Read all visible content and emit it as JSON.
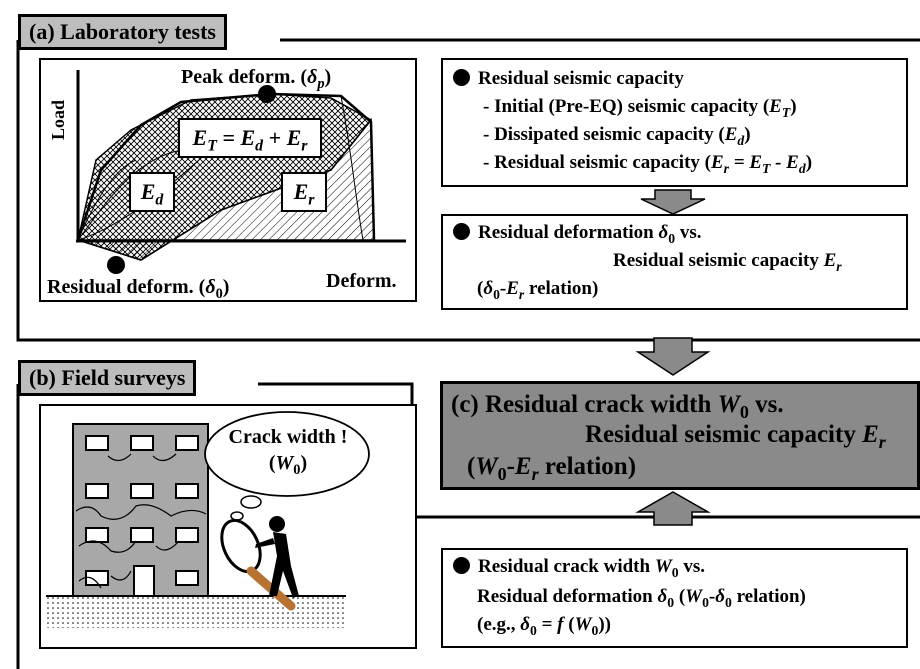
{
  "section_a": {
    "title": "(a) Laboratory tests",
    "graph": {
      "y_label": "Load",
      "x_label": "Deform.",
      "peak_label_prefix": "Peak deform. (",
      "peak_symbol": "δ",
      "peak_sub": "p",
      "residual_label_prefix": "Residual deform. (",
      "residual_symbol": "δ",
      "residual_sub": "0",
      "et_eq": "E_T = E_d + E_r",
      "ed_label": "E_d",
      "er_label": "E_r"
    },
    "box1": {
      "title": "Residual seismic capacity",
      "line1_prefix": "- Initial (Pre-EQ) seismic capacity (",
      "line1_sym": "E",
      "line1_sub": "T",
      "line2_prefix": "- Dissipated seismic capacity (",
      "line2_sym": "E",
      "line2_sub": "d",
      "line3_prefix": "- Residual seismic capacity (",
      "line3_sym": "E",
      "line3_sub": "r"
    },
    "box2": {
      "line1_prefix": "Residual deformation ",
      "line1_suffix": " vs.",
      "line2_prefix": "Residual seismic capacity ",
      "line3_suffix": " relation)"
    }
  },
  "section_b": {
    "title": "(b) Field surveys",
    "bubble_line1": "Crack width !",
    "bubble_sym": "W",
    "bubble_sub": "0",
    "box": {
      "line1_prefix": "Residual crack width ",
      "line1_suffix": " vs.",
      "line2_prefix": "Residual deformation ",
      "line2_relation": " relation)",
      "line3_prefix": "(e.g., ",
      "line3_func": "f"
    }
  },
  "section_c": {
    "line1_prefix": "(c) Residual crack width ",
    "line1_suffix": " vs.",
    "line2_prefix": "Residual seismic capacity ",
    "line3_suffix": " relation)"
  },
  "colors": {
    "title_bg": "#bdbdbd",
    "c_box_bg": "#8a8a8a",
    "arrow": "#8a8a8a",
    "magnifier_handle": "#b87333"
  }
}
